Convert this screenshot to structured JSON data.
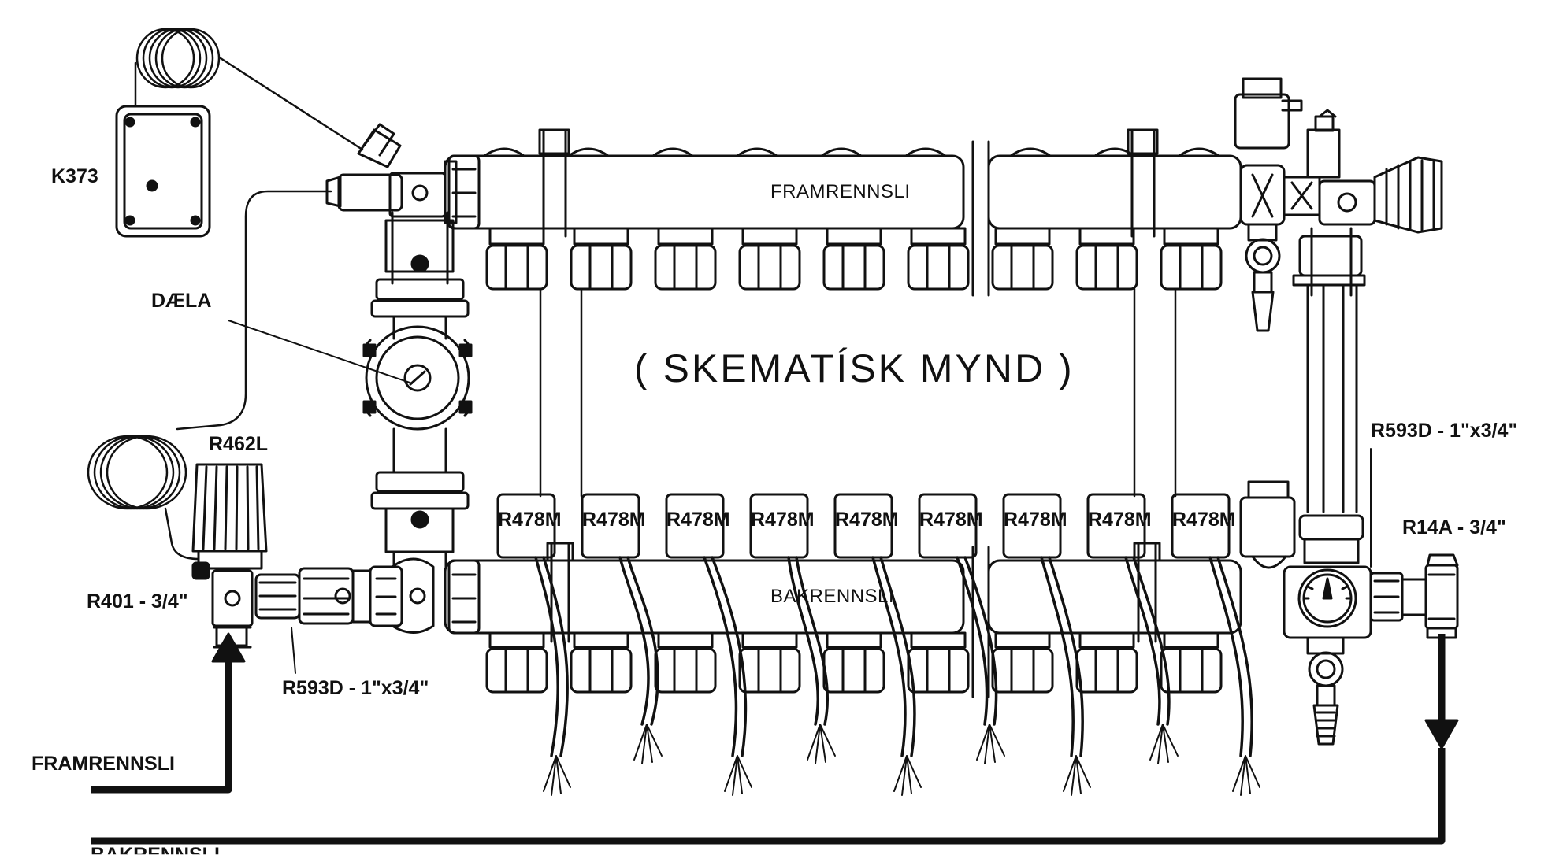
{
  "labels": {
    "thermostat": "K373",
    "pump": "DÆLA",
    "schematic": "( SKEMATÍSK MYND )",
    "supply_rail": "FRAMRENNSLI",
    "return_rail": "BAKRENNSLI",
    "thermo_head": "R462L",
    "inlet_valve": "R401 - 3/4\"",
    "adapter_left": "R593D - 1\"x3/4\"",
    "adapter_right": "R593D - 1\"x3/4\"",
    "outlet_valve": "R14A - 3/4\"",
    "flow_in": "FRAMRENNSLI",
    "flow_return": "BAKRENNSLI"
  },
  "actuators": [
    "R478M",
    "R478M",
    "R478M",
    "R478M",
    "R478M",
    "R478M",
    "R478M",
    "R478M",
    "R478M"
  ],
  "colors": {
    "ink": "#111111",
    "paper": "#ffffff"
  }
}
